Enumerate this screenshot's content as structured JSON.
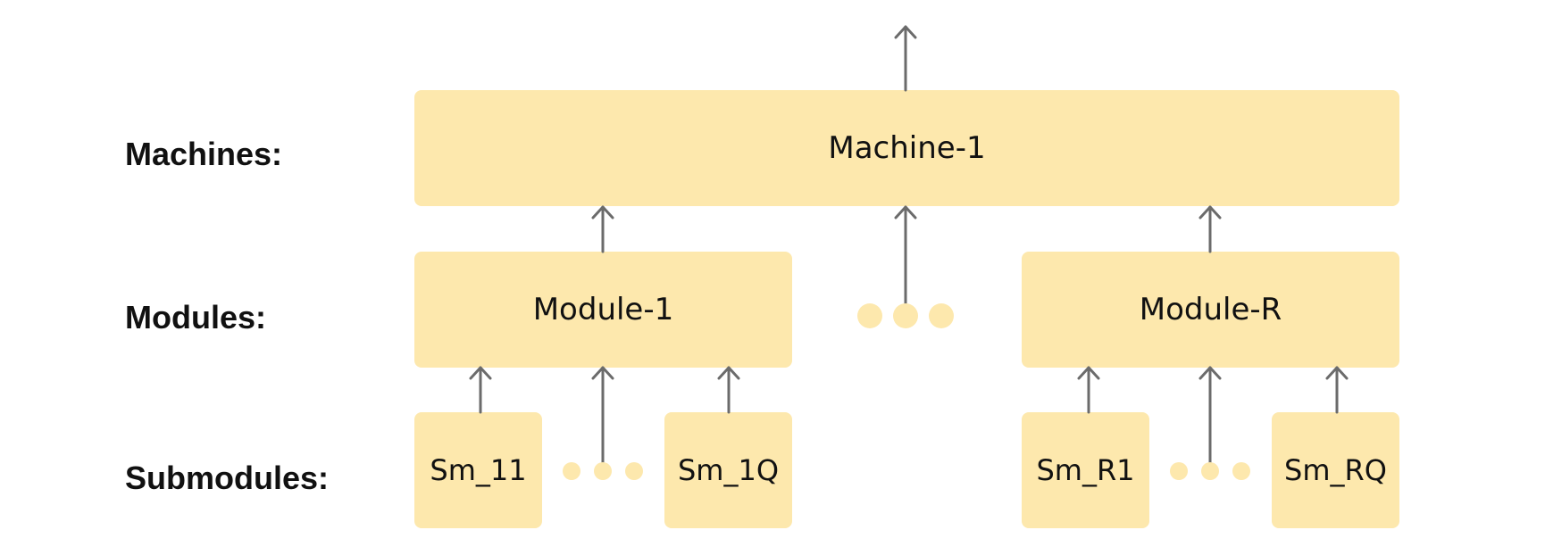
{
  "colors": {
    "box_fill": "#fde8ad",
    "arrow": "#6b6b6b",
    "label_text": "#111111"
  },
  "labels": {
    "machines": "Machines:",
    "modules": "Modules:",
    "submodules": "Submodules:"
  },
  "machine": {
    "label": "Machine-1"
  },
  "modules": [
    {
      "label": "Module-1"
    },
    {
      "label": "Module-R"
    }
  ],
  "submodules": [
    {
      "label": "Sm_11"
    },
    {
      "label": "Sm_1Q"
    },
    {
      "label": "Sm_R1"
    },
    {
      "label": "Sm_RQ"
    }
  ]
}
